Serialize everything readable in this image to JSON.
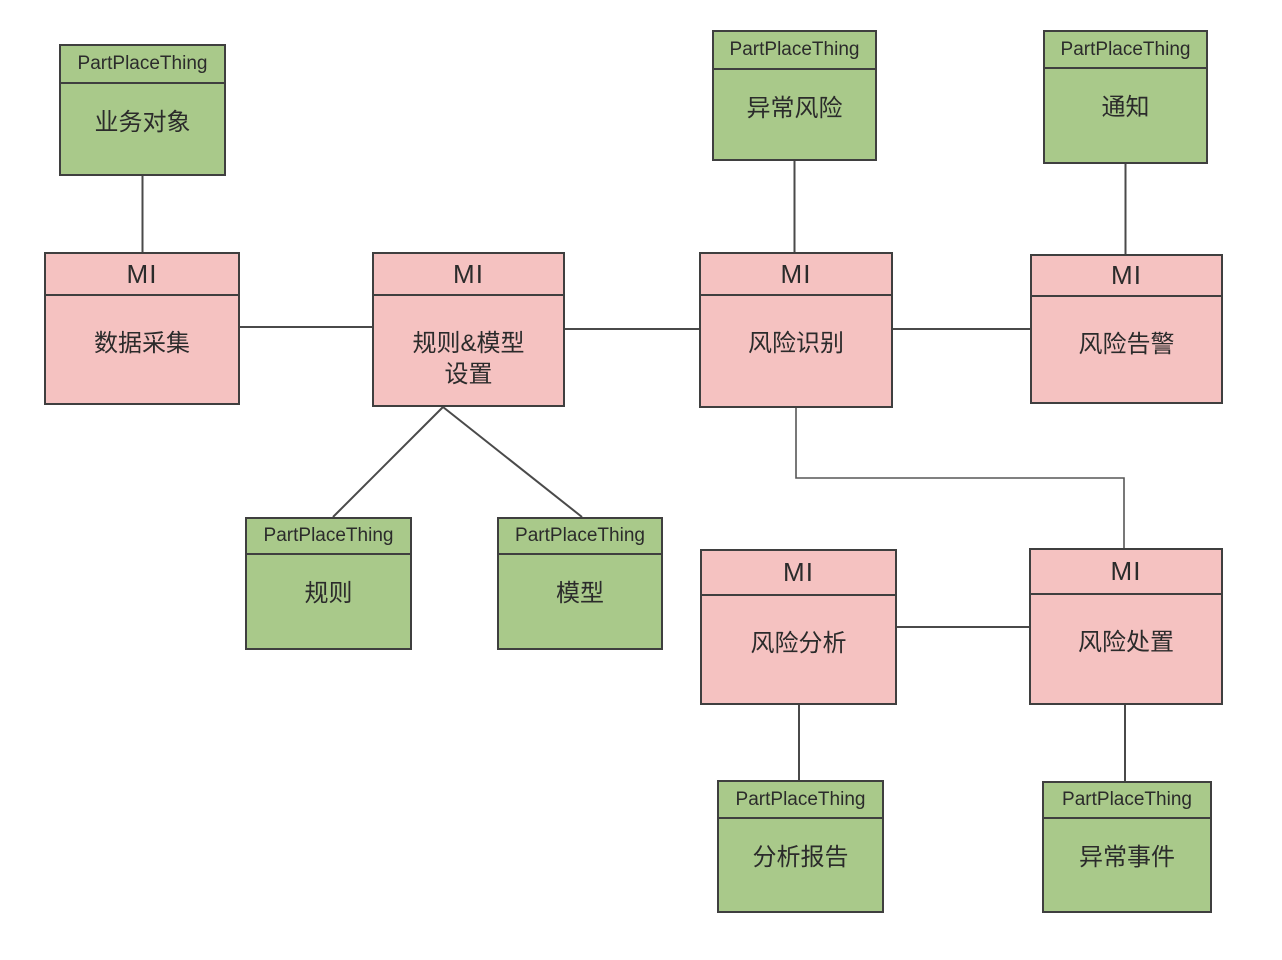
{
  "diagram": {
    "colors": {
      "green_fill": "#a9c98a",
      "pink_fill": "#f5c2c1",
      "border": "#3f3f3f",
      "line": "#4a4a4a",
      "text": "#2b2b2b"
    },
    "nodes": {
      "biz_object": {
        "stereotype": "PartPlaceThing",
        "label": "业务对象"
      },
      "abnormal_risk": {
        "stereotype": "PartPlaceThing",
        "label": "异常风险"
      },
      "notification": {
        "stereotype": "PartPlaceThing",
        "label": "通知"
      },
      "data_collection": {
        "stereotype": "MI",
        "label": "数据采集"
      },
      "rule_model_setting": {
        "stereotype": "MI",
        "label": "规则&模型\n设置"
      },
      "risk_identification": {
        "stereotype": "MI",
        "label": "风险识别"
      },
      "risk_alert": {
        "stereotype": "MI",
        "label": "风险告警"
      },
      "rule": {
        "stereotype": "PartPlaceThing",
        "label": "规则"
      },
      "model": {
        "stereotype": "PartPlaceThing",
        "label": "模型"
      },
      "risk_analysis": {
        "stereotype": "MI",
        "label": "风险分析"
      },
      "risk_disposal": {
        "stereotype": "MI",
        "label": "风险处置"
      },
      "analysis_report": {
        "stereotype": "PartPlaceThing",
        "label": "分析报告"
      },
      "abnormal_event": {
        "stereotype": "PartPlaceThing",
        "label": "异常事件"
      }
    },
    "connections": [
      {
        "from": "biz_object",
        "to": "data_collection"
      },
      {
        "from": "data_collection",
        "to": "rule_model_setting"
      },
      {
        "from": "rule_model_setting",
        "to": "risk_identification"
      },
      {
        "from": "abnormal_risk",
        "to": "risk_identification"
      },
      {
        "from": "risk_identification",
        "to": "risk_alert"
      },
      {
        "from": "notification",
        "to": "risk_alert"
      },
      {
        "from": "rule_model_setting",
        "to": "rule"
      },
      {
        "from": "rule_model_setting",
        "to": "model"
      },
      {
        "from": "risk_identification",
        "to": "risk_disposal"
      },
      {
        "from": "risk_analysis",
        "to": "risk_disposal"
      },
      {
        "from": "risk_analysis",
        "to": "analysis_report"
      },
      {
        "from": "risk_disposal",
        "to": "abnormal_event"
      }
    ]
  }
}
